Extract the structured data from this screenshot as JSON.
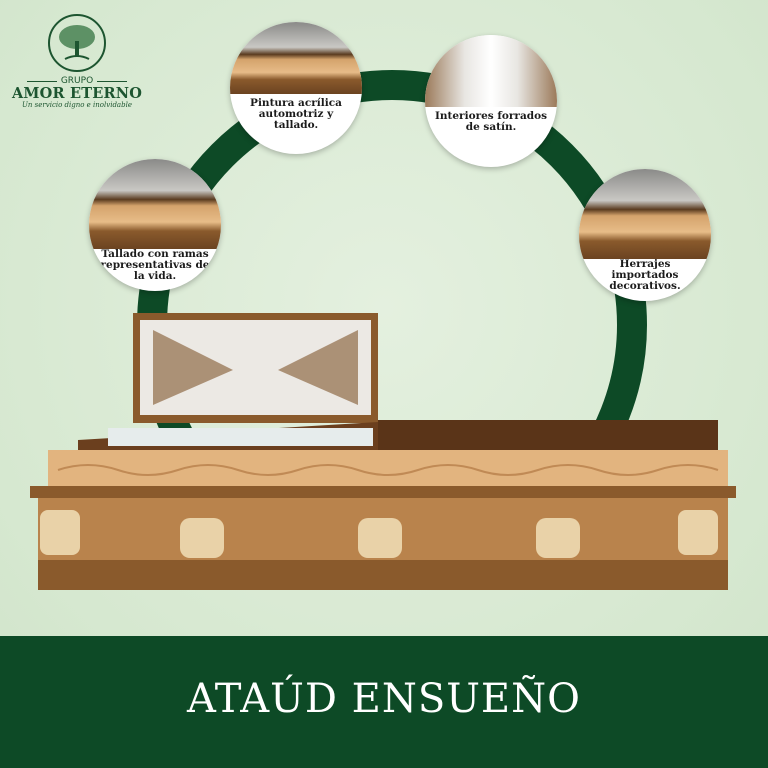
{
  "logo": {
    "group": "GRUPO",
    "brand": "AMOR ETERNO",
    "tagline": "Un servicio digno e inolvidable"
  },
  "features": [
    {
      "label": "Pintura acrílica automotriz y tallado."
    },
    {
      "label": "Interiores forrados de satín."
    },
    {
      "label": "Tallado con ramas representativas de la vida."
    },
    {
      "label": "Herrajes importados decorativos."
    }
  ],
  "title": "ATAÚD ENSUEÑO",
  "colors": {
    "green": "#0d4a26",
    "background": "#d9e9d3",
    "wood": "#b9834c"
  }
}
